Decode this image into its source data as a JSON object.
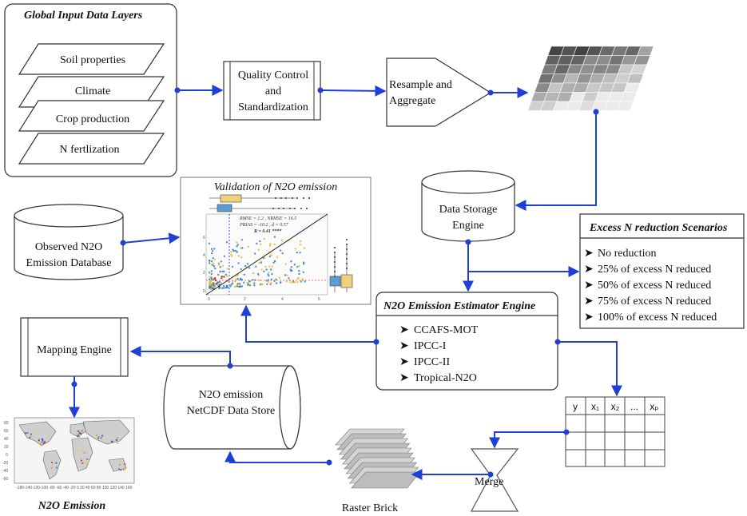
{
  "input_layers": {
    "title": "Global Input Data Layers",
    "layers": [
      "Soil properties",
      "Climate",
      "Crop production",
      "N fertlization"
    ]
  },
  "quality_control": {
    "line1": "Quality Control",
    "line2": "and",
    "line3": "Standardization"
  },
  "resample": {
    "line1": "Resample and",
    "line2": "Aggregate"
  },
  "storage": {
    "line1": "Data Storage",
    "line2": "Engine"
  },
  "observed_db": {
    "line1": "Observed N2O",
    "line2": "Emission Database"
  },
  "validation": {
    "title": "Validation of N2O emission",
    "stats": [
      "RMSE = 1.2 ,   NRMSE = 16.5",
      "PBIAS = -10.2 ,   d = 0.57",
      "R = 0.41 ****"
    ]
  },
  "scenarios": {
    "title": "Excess N reduction Scenarios",
    "items": [
      "No reduction",
      "25% of excess N reduced",
      "50% of excess N reduced",
      "75% of excess N reduced",
      "100% of excess N reduced"
    ]
  },
  "estimator": {
    "title": "N2O Emission Estimator Engine",
    "models": [
      "CCAFS-MOT",
      "IPCC-I",
      "IPCC-II",
      "Tropical-N2O"
    ]
  },
  "mapping": {
    "label": "Mapping Engine"
  },
  "netcdf": {
    "line1": "N2O emission",
    "line2": "NetCDF Data Store"
  },
  "table": {
    "headers": [
      "y",
      "x₁",
      "x₂",
      "...",
      "xₚ"
    ]
  },
  "merge": {
    "label": "Merge"
  },
  "raster_brick": {
    "label": "Raster Brick"
  },
  "map": {
    "caption": "N2O Emission",
    "y_ticks": [
      "80",
      "60",
      "40",
      "20",
      "0",
      "-20",
      "-40",
      "-60"
    ],
    "x_ticks": "-180-140-120-100 -80 -60 -40 -20  0  20  40  60  80 100 120 140 160"
  },
  "icons": {
    "bullet": "arrowhead-bullet",
    "grid": "raster-grid-icon",
    "stack": "raster-stack-icon"
  },
  "colors": {
    "connector": "#1f3fd6",
    "scatter_blue": "#2a7fc9",
    "scatter_yellow": "#e2b92e",
    "boxplot_blue": "#5d9bd5",
    "boxplot_yellow": "#f0d27a"
  }
}
